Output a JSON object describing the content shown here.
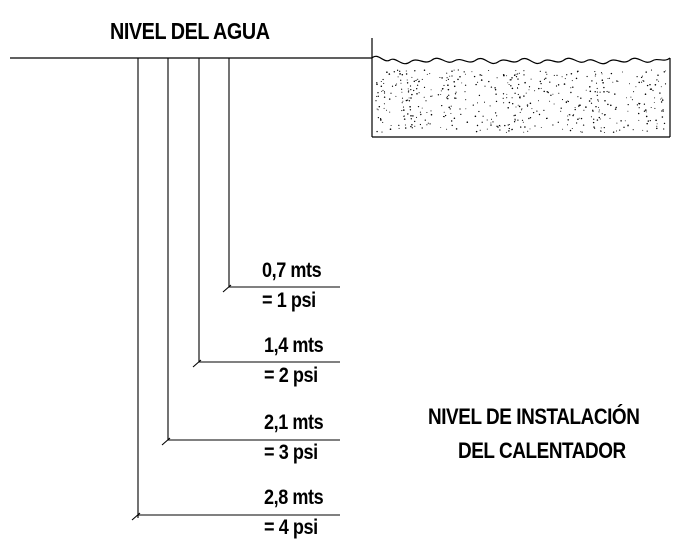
{
  "water_level_label": "NIVEL DEL AGUA",
  "install_label": {
    "line1": "NIVEL DE INSTALACIÓN",
    "line2": "DEL CALENTADOR"
  },
  "levels": [
    {
      "height": "0,7 mts",
      "pressure": "= 1 psi"
    },
    {
      "height": "1,4 mts",
      "pressure": "= 2 psi"
    },
    {
      "height": "2,1 mts",
      "pressure": "= 3 psi"
    },
    {
      "height": "2,8 mts",
      "pressure": "= 4 psi"
    }
  ],
  "colors": {
    "line": "#000000",
    "background": "#ffffff"
  }
}
